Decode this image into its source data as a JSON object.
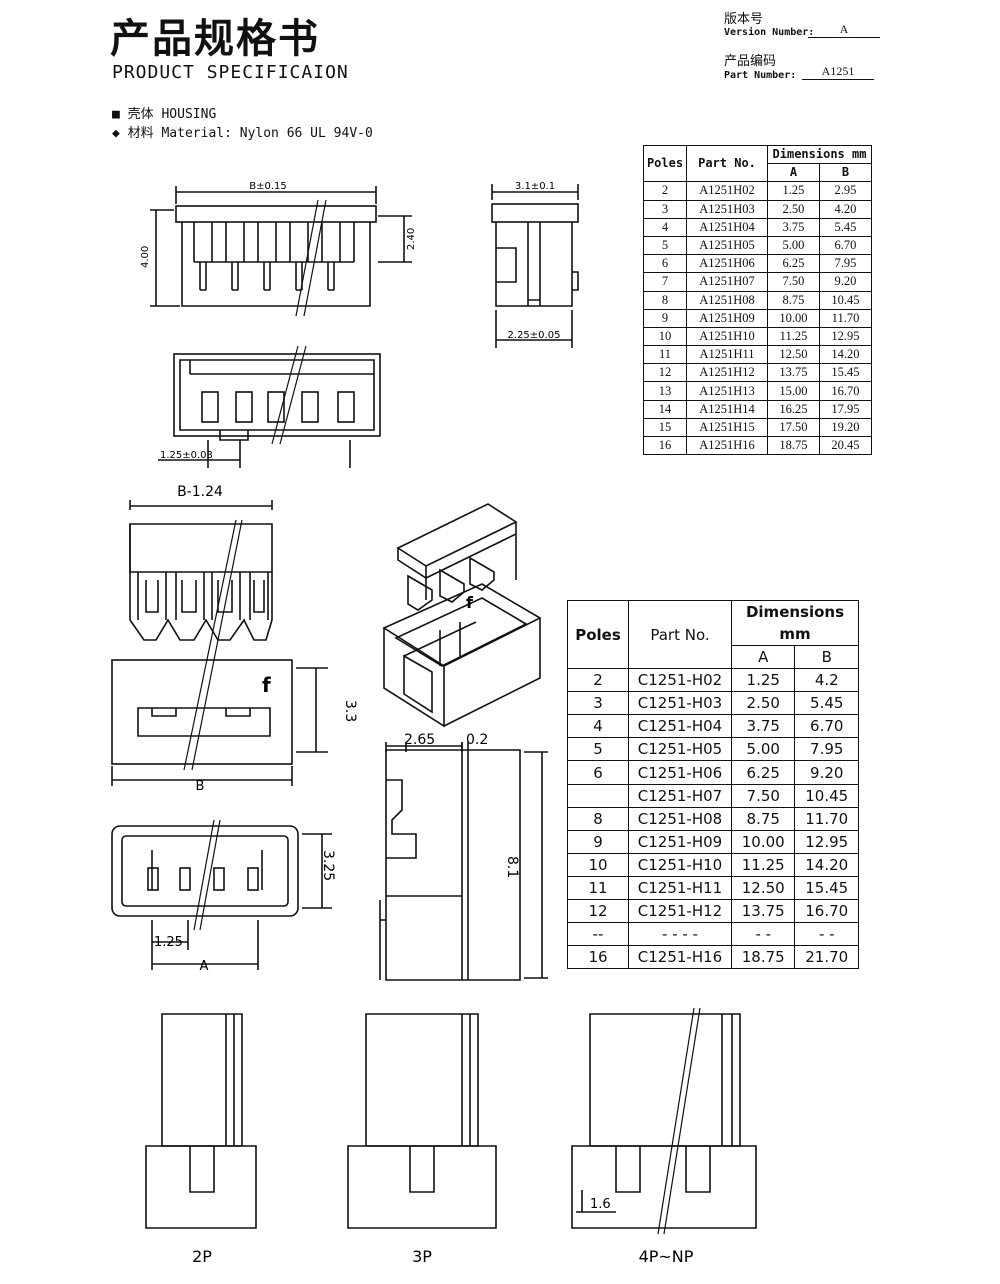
{
  "header": {
    "title_cn": "产品规格书",
    "title_en": "PRODUCT SPECIFICAION",
    "version_cn": "版本号",
    "version_en": "Version Number:",
    "version_value": "A",
    "part_cn": "产品编码",
    "part_en": "Part Number:",
    "part_value": "A1251"
  },
  "bullets": {
    "housing": "■ 壳体 HOUSING",
    "material": "◆ 材料 Material: Nylon 66 UL 94V-0"
  },
  "drawing_a": {
    "dim_b": "B±0.15",
    "dim_height": "4.00",
    "dim_inner": "2.40",
    "dim_side_top": "3.1±0.1",
    "dim_side_bottom": "2.25±0.05",
    "dim_pitch": "1.25±0.03"
  },
  "table_a": {
    "headers": {
      "poles": "Poles",
      "part_no": "Part No.",
      "dimensions": "Dimensions mm",
      "a": "A",
      "b": "B"
    },
    "rows": [
      [
        "2",
        "A1251H02",
        "1.25",
        "2.95"
      ],
      [
        "3",
        "A1251H03",
        "2.50",
        "4.20"
      ],
      [
        "4",
        "A1251H04",
        "3.75",
        "5.45"
      ],
      [
        "5",
        "A1251H05",
        "5.00",
        "6.70"
      ],
      [
        "6",
        "A1251H06",
        "6.25",
        "7.95"
      ],
      [
        "7",
        "A1251H07",
        "7.50",
        "9.20"
      ],
      [
        "8",
        "A1251H08",
        "8.75",
        "10.45"
      ],
      [
        "9",
        "A1251H09",
        "10.00",
        "11.70"
      ],
      [
        "10",
        "A1251H10",
        "11.25",
        "12.95"
      ],
      [
        "11",
        "A1251H11",
        "12.50",
        "14.20"
      ],
      [
        "12",
        "A1251H12",
        "13.75",
        "15.45"
      ],
      [
        "13",
        "A1251H13",
        "15.00",
        "16.70"
      ],
      [
        "14",
        "A1251H14",
        "16.25",
        "17.95"
      ],
      [
        "15",
        "A1251H15",
        "17.50",
        "19.20"
      ],
      [
        "16",
        "A1251H16",
        "18.75",
        "20.45"
      ]
    ]
  },
  "drawing_b": {
    "dim_top": "B-1.24",
    "dim_height": "3.3",
    "dim_width": "B",
    "dim_depth": "3.25",
    "dim_pitch": "1.25",
    "dim_a": "A",
    "dim_side_a": "2.65",
    "dim_side_b": "0.2",
    "dim_side_height": "8.1",
    "mark_f": "f"
  },
  "table_b": {
    "headers": {
      "poles": "Poles",
      "part_no": "Part No.",
      "dimensions": "Dimensions mm",
      "a": "A",
      "b": "B"
    },
    "rows": [
      [
        "2",
        "C1251-H02",
        "1.25",
        "4.2"
      ],
      [
        "3",
        "C1251-H03",
        "2.50",
        "5.45"
      ],
      [
        "4",
        "C1251-H04",
        "3.75",
        "6.70"
      ],
      [
        "5",
        "C1251-H05",
        "5.00",
        "7.95"
      ],
      [
        "6",
        "C1251-H06",
        "6.25",
        "9.20"
      ],
      [
        "",
        "C1251-H07",
        "7.50",
        "10.45"
      ],
      [
        "8",
        "C1251-H08",
        "8.75",
        "11.70"
      ],
      [
        "9",
        "C1251-H09",
        "10.00",
        "12.95"
      ],
      [
        "10",
        "C1251-H10",
        "11.25",
        "14.20"
      ],
      [
        "11",
        "C1251-H11",
        "12.50",
        "15.45"
      ],
      [
        "12",
        "C1251-H12",
        "13.75",
        "16.70"
      ],
      [
        "--",
        "- - - -",
        "- -",
        "- -"
      ],
      [
        "16",
        "C1251-H16",
        "18.75",
        "21.70"
      ]
    ]
  },
  "variants": {
    "p2": "2P",
    "p3": "3P",
    "pn": "4P~NP",
    "dim_pn": "1.6"
  }
}
